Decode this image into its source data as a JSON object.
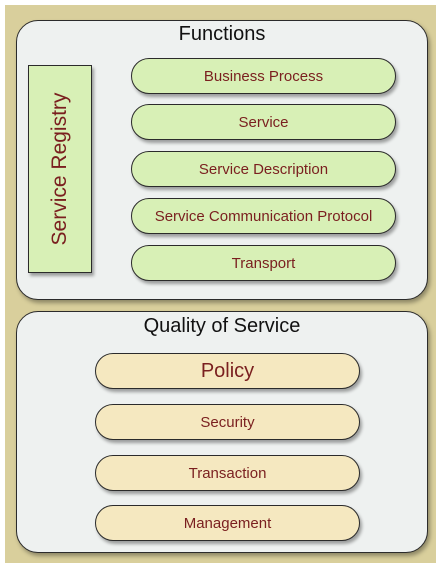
{
  "functions": {
    "title": "Functions",
    "registry_label": "Service Registry",
    "items": [
      "Business Process",
      "Service",
      "Service Description",
      "Service Communication Protocol",
      "Transport"
    ]
  },
  "qos": {
    "title": "Quality of Service",
    "items": [
      "Policy",
      "Security",
      "Transaction",
      "Management"
    ]
  },
  "colors": {
    "frame": "#d9cf9c",
    "panel": "#eef1f0",
    "function_fill": "#d8f0b6",
    "qos_fill": "#f5e8c0",
    "label_text": "#7a1f1f"
  }
}
